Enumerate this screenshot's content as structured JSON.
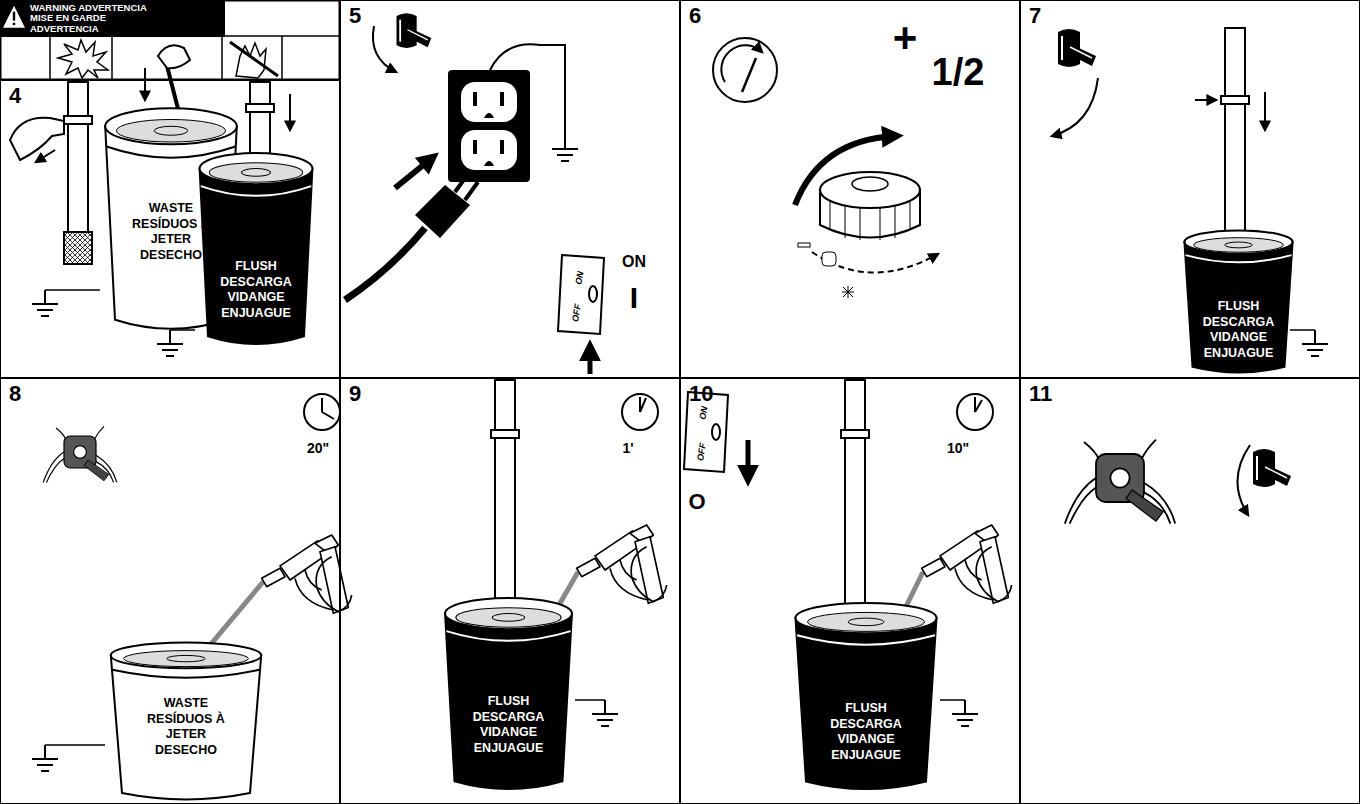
{
  "diagram": {
    "nodes": [
      {
        "text": [
          "WARNING ADVERTENCIA MISE EN GARDE ADVERTENCIA"
        ]
      },
      {
        "text": [
          "4"
        ]
      },
      {
        "text": [
          "WASTE RESÍDUOS À JETER DESECHO"
        ],
        "in": 1
      },
      {
        "text": [
          "FLUSH DESCARGA VIDANGE ENJUAGUE"
        ],
        "in": 1
      },
      {
        "text": [
          "5"
        ]
      },
      {
        "text": [
          "6"
        ]
      },
      {
        "text": [
          "7"
        ]
      },
      {
        "text": [
          "FLUSH DESCARGA VIDANGE ENJUAGUE"
        ],
        "in": 6
      },
      {
        "text": [
          "8"
        ]
      },
      {
        "text": [
          "WASTE RESÍDUOS À JETER DESECHO"
        ],
        "in": 8
      },
      {
        "text": [
          "9"
        ]
      },
      {
        "text": [
          "FLUSH DESCARGA VIDANGE ENJUAGUE"
        ],
        "in": 10
      },
      {
        "text": [
          "10"
        ]
      },
      {
        "text": [
          "FLUSH DESCARGA VIDANGE ENJUAGUE"
        ],
        "in": 12
      },
      {
        "text": [
          "11"
        ]
      }
    ],
    "labels": [
      "ON",
      "OFF",
      "ON",
      "I",
      "+",
      "1/2",
      "20\"",
      "1'",
      "ON",
      "OFF",
      "O",
      "10\""
    ]
  }
}
